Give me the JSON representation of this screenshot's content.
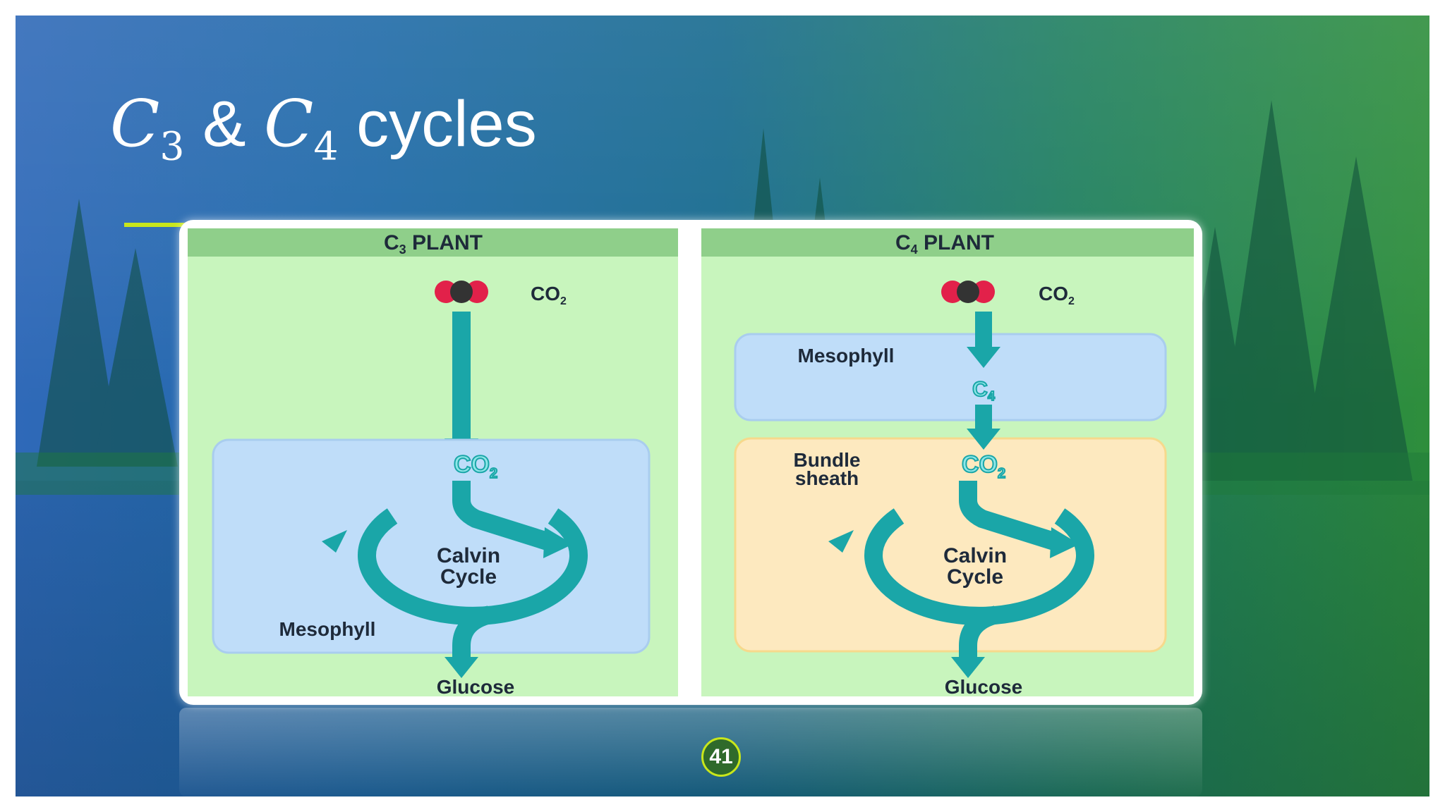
{
  "title": {
    "main": "C",
    "sub_a": "3",
    "amp": " & ",
    "main_b": "C",
    "sub_b": "4",
    "rest": "cycles"
  },
  "page_number": "41",
  "colors": {
    "accent_underline": "#c8e61b",
    "cycle_teal": "#1aa6a8",
    "plant_bg": "#c8f5bd",
    "header_bg": "#8fcf8a"
  },
  "c3": {
    "header_main": "C",
    "header_sub": "3",
    "header_rest": " PLANT",
    "co2_top": "CO",
    "co2_top_sub": "2",
    "co2_inner": "CO",
    "co2_inner_sub": "2",
    "cycle_line1": "Calvin",
    "cycle_line2": "Cycle",
    "region": "Mesophyll",
    "output": "Glucose"
  },
  "c4": {
    "header_main": "C",
    "header_sub": "4",
    "header_rest": " PLANT",
    "co2_top": "CO",
    "co2_top_sub": "2",
    "mesophyll": "Mesophyll",
    "c4_label": "C",
    "c4_label_sub": "4",
    "bundle_line1": "Bundle",
    "bundle_line2": "sheath",
    "co2_inner": "CO",
    "co2_inner_sub": "2",
    "cycle_line1": "Calvin",
    "cycle_line2": "Cycle",
    "output": "Glucose"
  },
  "icons": [
    "co2-molecule-icon",
    "arrow-down-icon",
    "calvin-cycle-arrows-icon"
  ]
}
